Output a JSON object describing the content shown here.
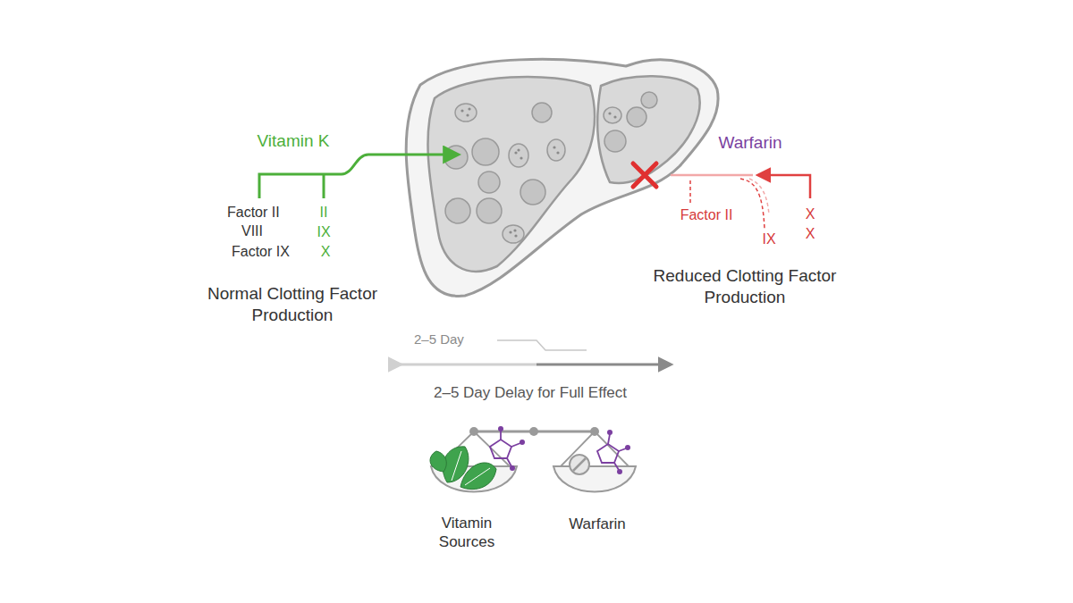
{
  "diagram": {
    "labels": [
      "Vitamin K",
      "Warfarin",
      "Factor II",
      "II",
      "VIII",
      "IX",
      "Factor IX",
      "X",
      "Factor II",
      "X",
      "IX",
      "X",
      "Normal Clotting Factor Production",
      "Reduced Clotting Factor Production",
      "2–5 Day",
      "2–5 Day Delay for Full Effect",
      "Vitamin Sources",
      "Warfarin"
    ]
  }
}
